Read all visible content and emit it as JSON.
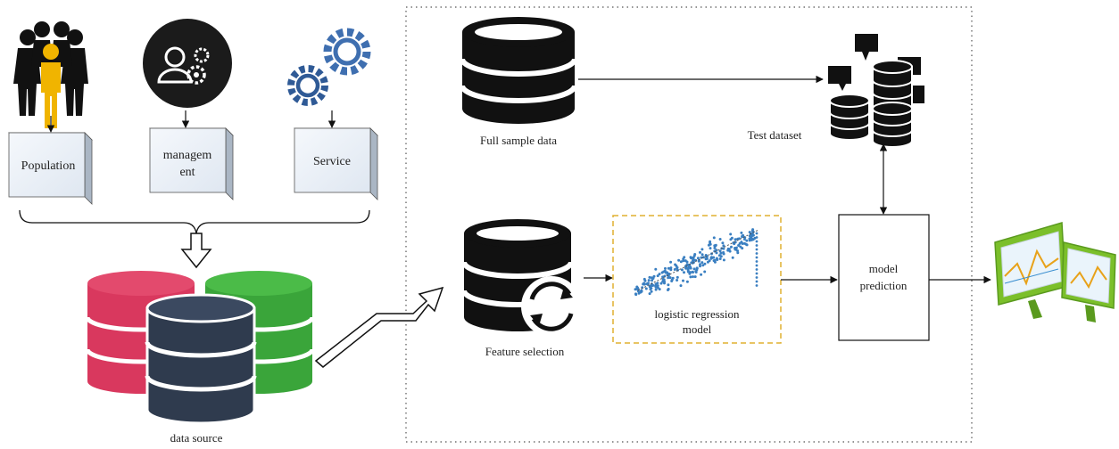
{
  "left_sources": {
    "boxes": [
      {
        "label_lines": [
          "Population"
        ],
        "icon": "people-group-icon"
      },
      {
        "label_lines": [
          "managem",
          "ent"
        ],
        "icon": "management-person-gears-icon"
      },
      {
        "label_lines": [
          "Service"
        ],
        "icon": "gears-icon"
      }
    ],
    "data_source_label": "data source",
    "database_icon": "stacked-databases-icon"
  },
  "pipeline": {
    "full_sample_label": "Full sample data",
    "test_dataset_label": "Test dataset",
    "feature_selection_label": "Feature selection",
    "regression_label_lines": [
      "logistic regression",
      "model"
    ],
    "model_prediction_label_lines": [
      "model",
      "prediction"
    ],
    "output_icon": "monitors-icon"
  },
  "colors": {
    "db_red": "#d9385e",
    "db_green": "#3aa53a",
    "db_navy": "#2f3b4e",
    "gear_blue": "#3f6fb0",
    "scatter_blue": "#3a7fc1",
    "dashed_border": "#e0b030",
    "person_highlight": "#f0b400"
  }
}
